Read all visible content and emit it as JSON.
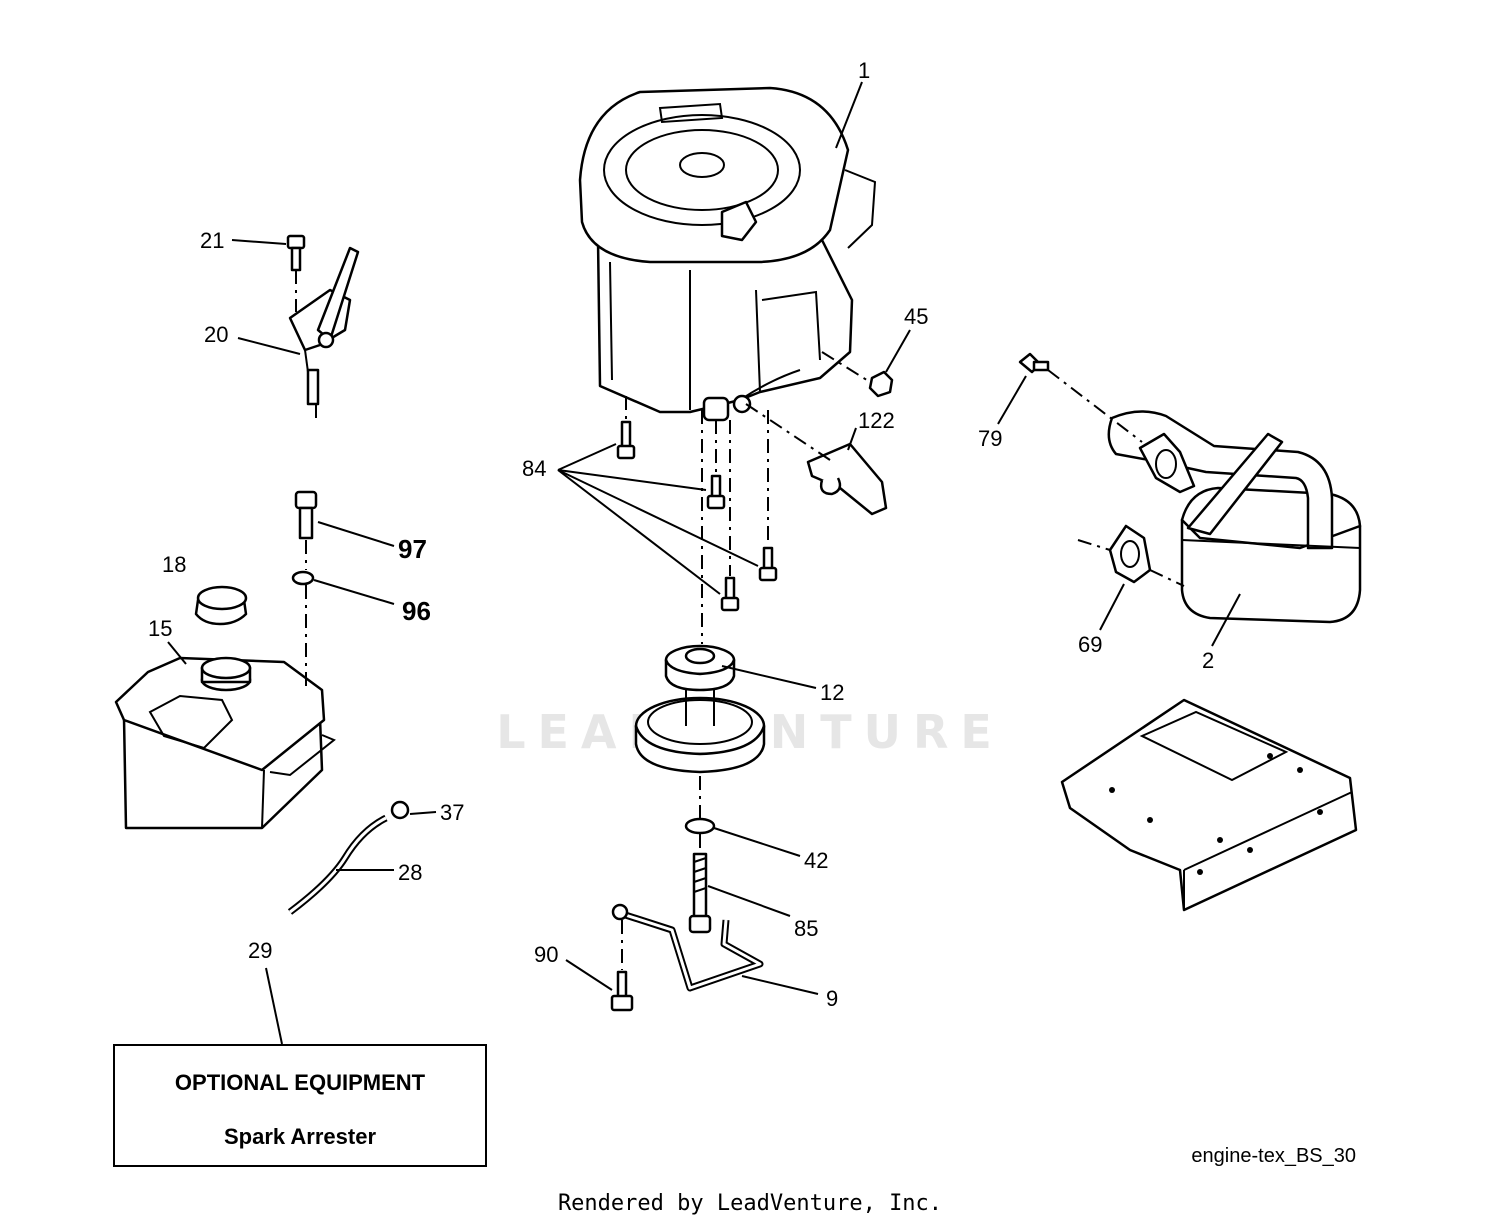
{
  "callouts": {
    "c1": "1",
    "c2": "2",
    "c9": "9",
    "c12": "12",
    "c15": "15",
    "c18": "18",
    "c20": "20",
    "c21": "21",
    "c28": "28",
    "c29": "29",
    "c37": "37",
    "c42": "42",
    "c45": "45",
    "c69": "69",
    "c79": "79",
    "c84": "84",
    "c85": "85",
    "c90": "90",
    "c96": "96",
    "c97": "97",
    "c122": "122"
  },
  "optional_box": {
    "heading": "OPTIONAL EQUIPMENT",
    "item": "Spark Arrester"
  },
  "diagram_code": "engine-tex_BS_30",
  "watermark": "LEADVENTURE",
  "footer": "Rendered by LeadVenture, Inc."
}
